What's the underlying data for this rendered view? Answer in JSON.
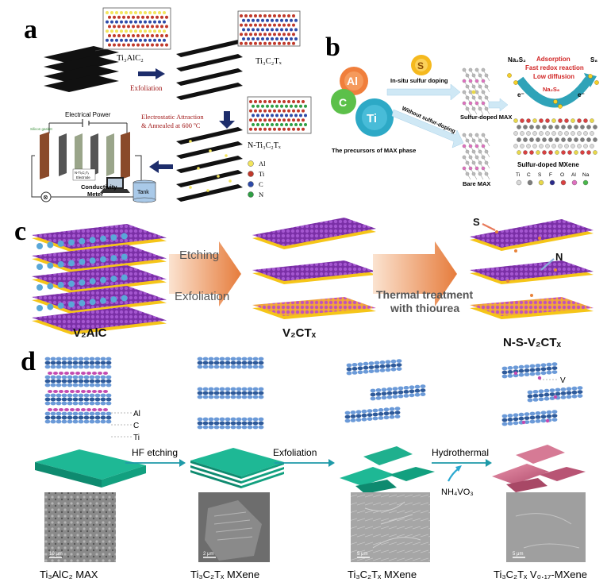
{
  "panel_a": {
    "letter": "a",
    "max_label": "Ti₃AlC₂",
    "mxene_label": "Ti₃C₂Tₓ",
    "doped_label": "N-Ti₃C₂Tₓ",
    "exfoliation": "Exfoliation",
    "electrostatic_line1": "Electrostatic Attraction",
    "electrostatic_line2": "& Annealed at 600 ºC",
    "electrical_power": "Electrical Power",
    "conductivity_line1": "Conductivity",
    "conductivity_line2": "Meter",
    "tank": "Tank",
    "electrode_line1": "N-Ti₃C₂Tₓ",
    "electrode_line2": "Electrode",
    "gasket_note": "Silicon gasket",
    "legend": [
      {
        "label": "Al",
        "color": "#f2e45c"
      },
      {
        "label": "Ti",
        "color": "#c0392b"
      },
      {
        "label": "C",
        "color": "#2d4aa8"
      },
      {
        "label": "N",
        "color": "#2f9e44"
      }
    ]
  },
  "panel_b": {
    "letter": "b",
    "al": "Al",
    "c": "C",
    "ti": "Ti",
    "s": "S",
    "precursors": "The precursors of MAX phase",
    "insitu": "In-situ sulfur doping",
    "without": "Without sulfur-doping",
    "sulfur_max": "Sulfur-doped MAX",
    "bare_max": "Bare MAX",
    "sulfur_mxene": "Sulfur-doped MXene",
    "na2s2": "Na₂S₂",
    "s8": "S₈",
    "na2s6": "Na₂S₆",
    "adsorption": "Adsorption",
    "fast_redox": "Fast redox reaction",
    "low_diff": "Low diffusion",
    "electron": "e⁻",
    "legend": [
      {
        "label": "Ti",
        "color": "#d9d9d9"
      },
      {
        "label": "C",
        "color": "#7d7d7d"
      },
      {
        "label": "S",
        "color": "#e8d84a"
      },
      {
        "label": "F",
        "color": "#2a2a8a"
      },
      {
        "label": "O",
        "color": "#d94040"
      },
      {
        "label": "Al",
        "color": "#e070c0"
      },
      {
        "label": "Na",
        "color": "#49b84a"
      }
    ]
  },
  "panel_c": {
    "letter": "c",
    "etching": "Etching",
    "exfoliation": "Exfoliation",
    "thermal_line1": "Thermal treatment",
    "thermal_line2": "with thiourea",
    "v2alc": "V₂AlC",
    "v2ctx": "V₂CTₓ",
    "nsv2ctx": "N-S-V₂CTₓ",
    "s_marker": "S",
    "n_marker": "N"
  },
  "panel_d": {
    "letter": "d",
    "al": "Al",
    "c": "C",
    "ti": "Ti",
    "v": "V",
    "hf": "HF etching",
    "exfoliation": "Exfoliation",
    "hydrothermal": "Hydrothermal",
    "nh4vo3": "NH₄VO₃",
    "scale1": "10 μm",
    "scale2": "2 μm",
    "scale3": "5 μm",
    "scale4": "5 μm",
    "caption1": "Ti₃AlC₂ MAX",
    "caption2": "Ti₃C₂Tₓ MXene",
    "caption3": "Ti₃C₂Tₓ MXene",
    "caption4": "Ti₃C₂Tₓ V₀.₁₇-MXene"
  },
  "colors": {
    "yellow": "#f5c518",
    "purple": "#8a3fb0",
    "blue_ball": "#5aa7d8",
    "orange_arrow": "#e8864a",
    "teal_sheet": "#1aa58a",
    "pink_sheet": "#d96b8a",
    "teal_arrow": "#1e9aa8",
    "dark_red": "#a01818",
    "navy_arrow": "#1d2d6b"
  }
}
